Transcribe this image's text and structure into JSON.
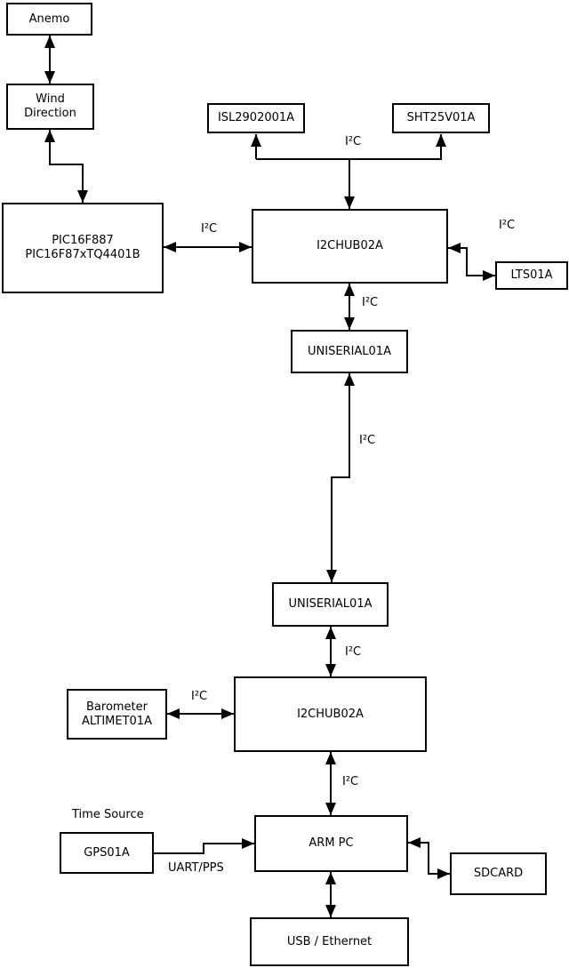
{
  "colors": {
    "background": "#ffffff",
    "line": "#000000",
    "box_fill": "#ffffff",
    "text": "#000000"
  },
  "nodes": {
    "anemo": {
      "label": "Anemo"
    },
    "wind_direction": {
      "label": "Wind\nDirection"
    },
    "pic": {
      "label": "PIC16F887\nPIC16F87xTQ4401B"
    },
    "isl": {
      "label": "ISL2902001A"
    },
    "sht": {
      "label": "SHT25V01A"
    },
    "i2chub1": {
      "label": "I2CHUB02A"
    },
    "lts": {
      "label": "LTS01A"
    },
    "uniserial1": {
      "label": "UNISERIAL01A"
    },
    "uniserial2": {
      "label": "UNISERIAL01A"
    },
    "i2chub2": {
      "label": "I2CHUB02A"
    },
    "barometer": {
      "label": "Barometer\nALTIMET01A"
    },
    "arm_pc": {
      "label": "ARM PC"
    },
    "gps": {
      "label": "GPS01A"
    },
    "sdcard": {
      "label": "SDCARD"
    },
    "usb_ethernet": {
      "label": "USB / Ethernet"
    }
  },
  "edge_labels": {
    "pic_hub1": "I²C",
    "bus_top": "I²C",
    "hub1_lts": "I²C",
    "hub1_uniserial1": "I²C",
    "uniserial1_uniserial2": "I²C",
    "uniserial2_hub2": "I²C",
    "barometer_hub2": "I²C",
    "hub2_armpc": "I²C",
    "time_source": "Time Source",
    "uart_pps": "UART/PPS"
  }
}
